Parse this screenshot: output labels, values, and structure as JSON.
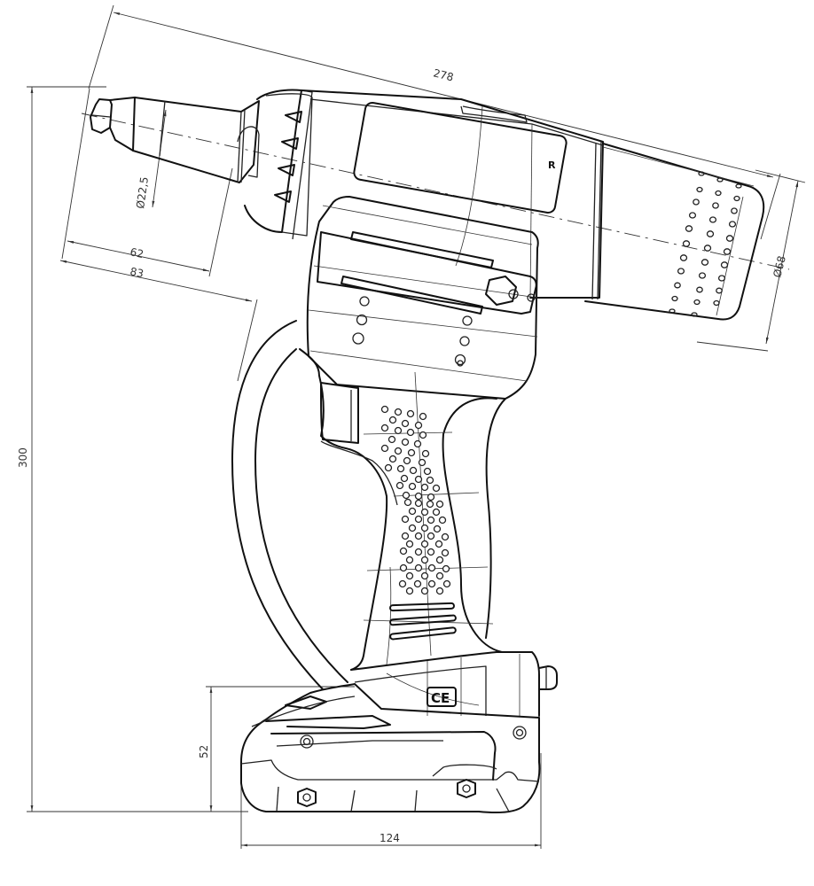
{
  "drawing": {
    "subject": "Cordless blind rivet tool – side view dimension drawing",
    "line_color": "#111111",
    "background": "#ffffff"
  },
  "dimensions": {
    "overall_length": "278",
    "overall_height": "300",
    "nose_diameter": "Ø22,5",
    "nose_length": "62",
    "nose_to_grip": "83",
    "rear_diameter": "Ø68",
    "battery_height": "52",
    "battery_width": "124"
  },
  "markings": {
    "logo_letter": "R",
    "ce_mark": "CE"
  }
}
